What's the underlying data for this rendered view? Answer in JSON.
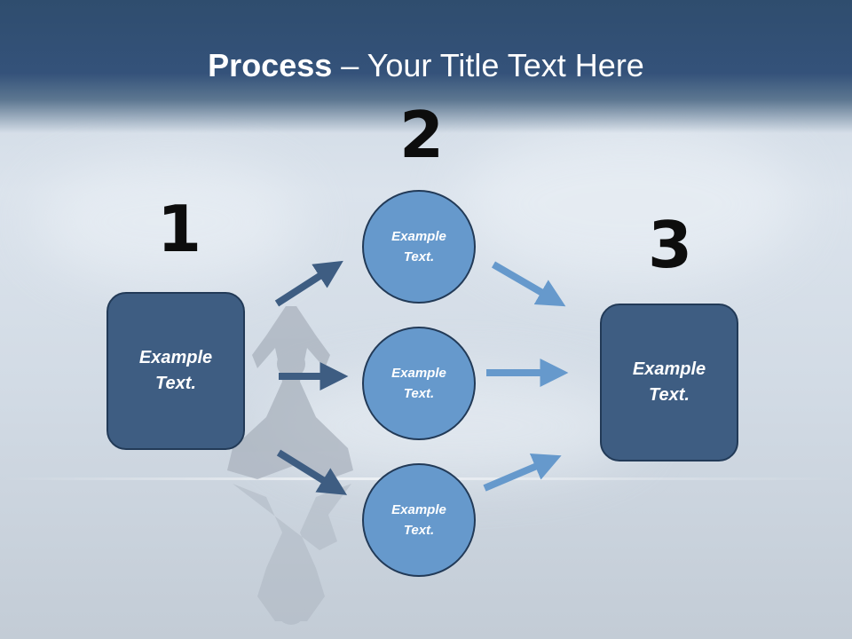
{
  "title": {
    "bold": "Process",
    "rest": " – Your Title Text Here"
  },
  "steps": {
    "one": {
      "number": "1",
      "line1": "Example",
      "line2": "Text."
    },
    "two": {
      "number": "2",
      "items": [
        {
          "line1": "Example",
          "line2": "Text."
        },
        {
          "line1": "Example",
          "line2": "Text."
        },
        {
          "line1": "Example",
          "line2": "Text."
        }
      ]
    },
    "three": {
      "number": "3",
      "line1": "Example",
      "line2": "Text."
    }
  },
  "colors": {
    "header": "#34527a",
    "box": "#3e5d82",
    "circle": "#6699cc",
    "arrow_dark": "#3e5d82",
    "arrow_light": "#6699cc"
  }
}
